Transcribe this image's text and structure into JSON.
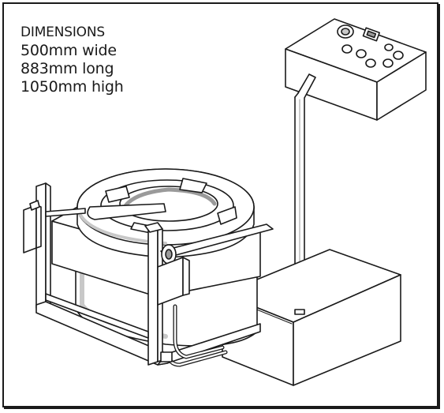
{
  "dimensions": {
    "heading": "DIMENSIONS",
    "width": "500mm wide",
    "length": "883mm long",
    "height": "1050mm high"
  },
  "colors": {
    "line": "#1a1a1a",
    "shade": "#c8c8c8",
    "shade_dark": "#9a9a9a",
    "background": "#ffffff"
  }
}
